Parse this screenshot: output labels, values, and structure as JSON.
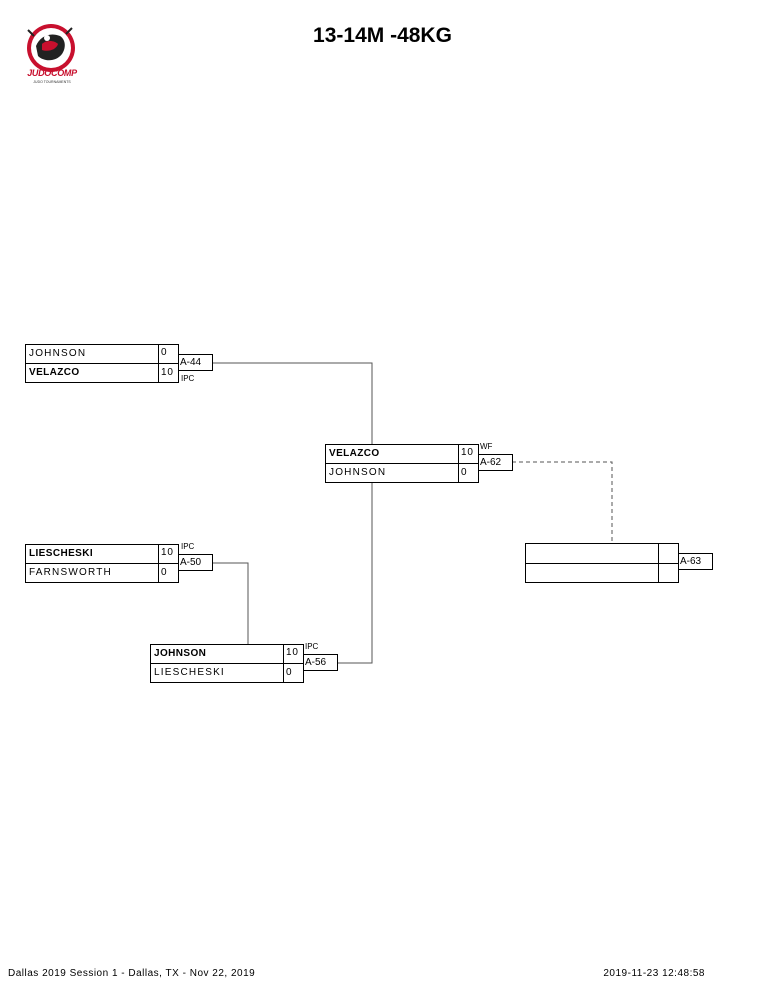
{
  "header": {
    "title": "13-14M -48KG",
    "logo_text": "JUDOCOMP",
    "logo_subtext": "JUDO TOURNAMENTS"
  },
  "matches": [
    {
      "id": "A-44",
      "win_type": "IPC",
      "top": {
        "name": "JOHNSON",
        "score": "0",
        "winner": false
      },
      "bottom": {
        "name": "VELAZCO",
        "score": "10",
        "winner": true
      }
    },
    {
      "id": "A-50",
      "win_type": "IPC",
      "top": {
        "name": "LIESCHESKI",
        "score": "10",
        "winner": true
      },
      "bottom": {
        "name": "FARNSWORTH",
        "score": "0",
        "winner": false
      }
    },
    {
      "id": "A-56",
      "win_type": "IPC",
      "top": {
        "name": "JOHNSON",
        "score": "10",
        "winner": true
      },
      "bottom": {
        "name": "LIESCHESKI",
        "score": "0",
        "winner": false
      }
    },
    {
      "id": "A-62",
      "win_type": "WF",
      "top": {
        "name": "VELAZCO",
        "score": "10",
        "winner": true
      },
      "bottom": {
        "name": "JOHNSON",
        "score": "0",
        "winner": false
      }
    },
    {
      "id": "A-63",
      "win_type": "",
      "top": {
        "name": "",
        "score": "",
        "winner": false
      },
      "bottom": {
        "name": "",
        "score": "",
        "winner": false
      }
    }
  ],
  "footer": {
    "event": "Dallas 2019 Session 1 - Dallas, TX - Nov 22, 2019",
    "timestamp": "2019-11-23 12:48:58"
  },
  "colors": {
    "logo_red": "#c8102e"
  }
}
